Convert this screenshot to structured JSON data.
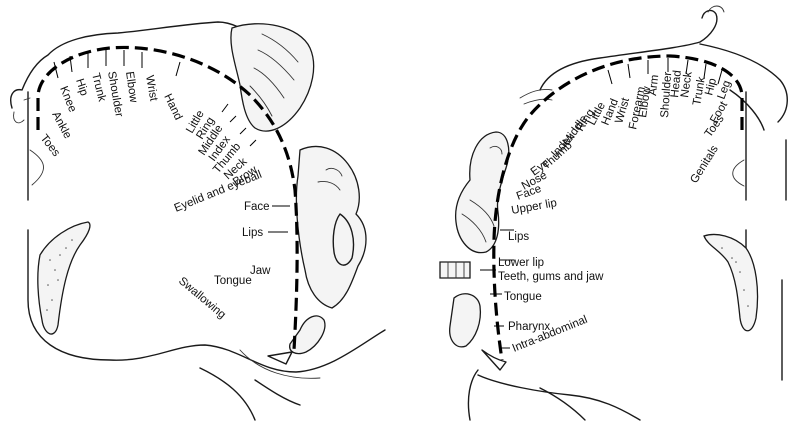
{
  "diagram": {
    "left_labels": [
      "Toes",
      "Ankle",
      "Knee",
      "Hip",
      "Trunk",
      "Shoulder",
      "Elbow",
      "Wrist",
      "Hand",
      "Little",
      "Ring",
      "Middle",
      "Index",
      "Thumb",
      "Neck",
      "Brow",
      "Eyelid and eyeball",
      "Face",
      "Lips",
      "Jaw",
      "Tongue",
      "Swallowing"
    ],
    "right_labels": [
      "Genitals",
      "Toes",
      "Foot",
      "Leg",
      "Hip",
      "Trunk",
      "Neck",
      "Head",
      "Shoulder",
      "Arm",
      "Elbow",
      "Forearm",
      "Wrist",
      "Hand",
      "Little",
      "Ring",
      "Middle",
      "Index",
      "Thumb",
      "Eye",
      "Nose",
      "Face",
      "Upper lip",
      "Lips",
      "Lower lip",
      "Teeth, gums and jaw",
      "Tongue",
      "Pharynx",
      "Intra-abdominal"
    ],
    "colors": {
      "ink": "#1a1a1a",
      "background": "#ffffff"
    }
  }
}
